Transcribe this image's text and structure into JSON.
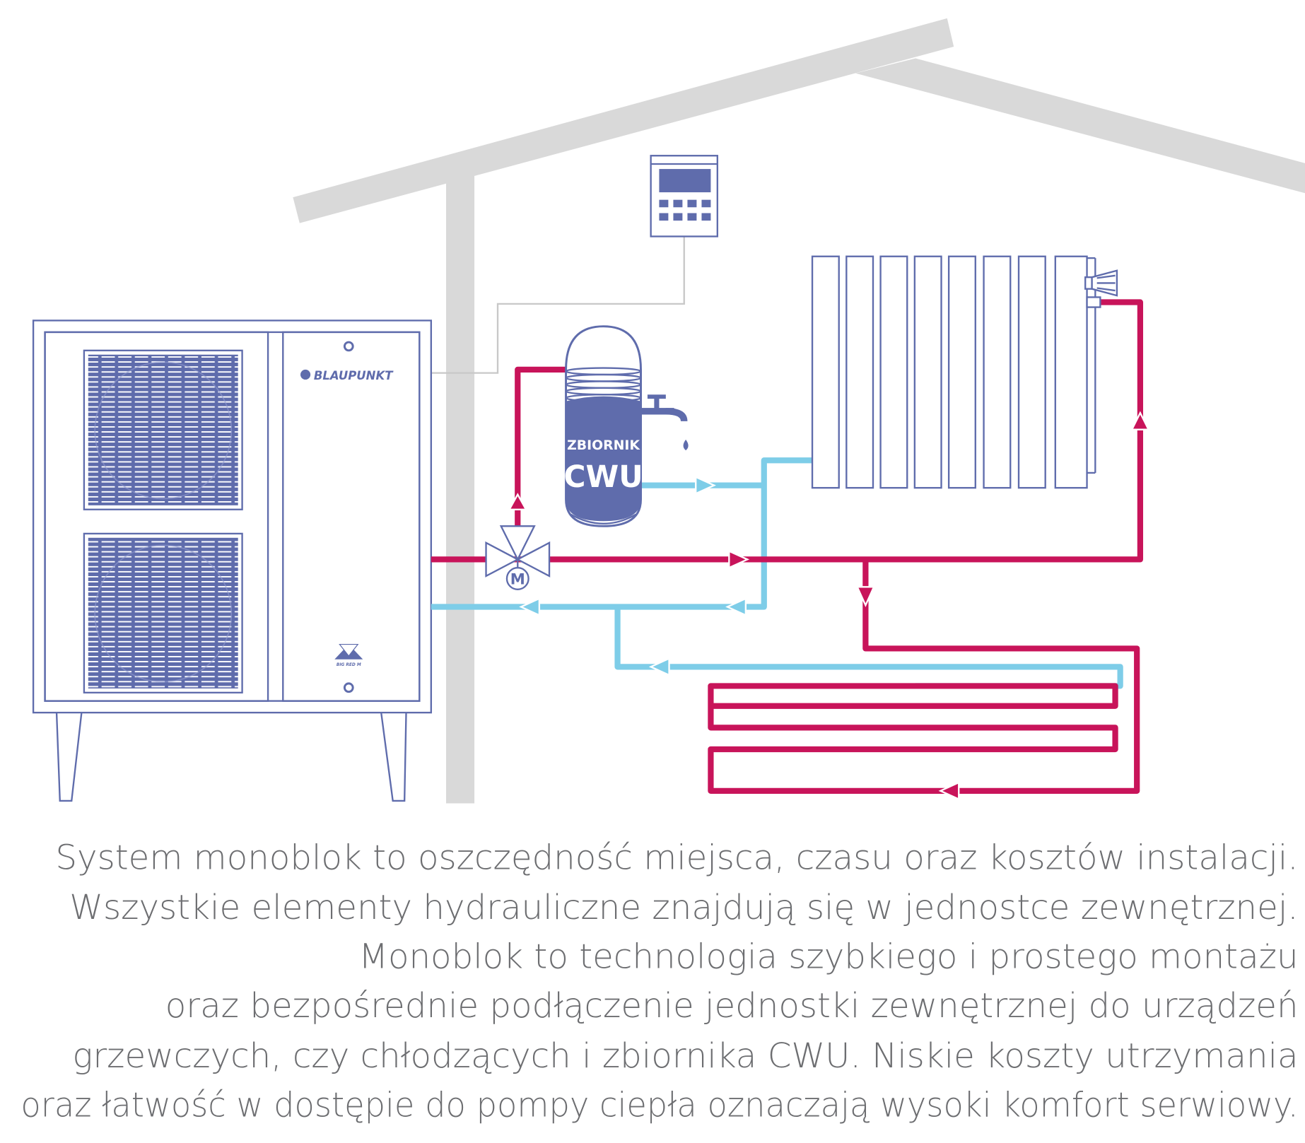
{
  "diagram": {
    "title": "Monoblock heat pump hydraulic scheme",
    "colors": {
      "outline": "#5f6cac",
      "hot_pipe": "#c8145a",
      "cold_pipe": "#7ecde8",
      "house": "#d9d9d9",
      "control_wire": "#c8c8c8",
      "text": "#6d6e71"
    },
    "heat_pump": {
      "brand_label": "BLAUPUNKT",
      "maker_label": "BIG RED M"
    },
    "tank": {
      "label_line1": "ZBIORNIK",
      "label_line2": "CWU"
    },
    "valve": {
      "motor_label": "M"
    },
    "components": [
      "house-outline",
      "heat-pump-unit",
      "controller-panel",
      "dhw-tank",
      "faucet",
      "three-way-valve",
      "radiator",
      "underfloor-heating-loop"
    ]
  },
  "description": {
    "lines": [
      "System monoblok to oszczędność miejsca, czasu oraz kosztów instalacji.",
      "Wszystkie elementy hydrauliczne znajdują się w jednostce zewnętrznej.",
      "Monoblok to technologia szybkiego i prostego montażu",
      "oraz bezpośrednie podłączenie jednostki zewnętrznej do urządzeń",
      "grzewczych, czy chłodzących i zbiornika CWU. Niskie koszty utrzymania",
      "oraz łatwość w dostępie do pompy ciepła oznaczają wysoki komfort serwiowy."
    ]
  }
}
